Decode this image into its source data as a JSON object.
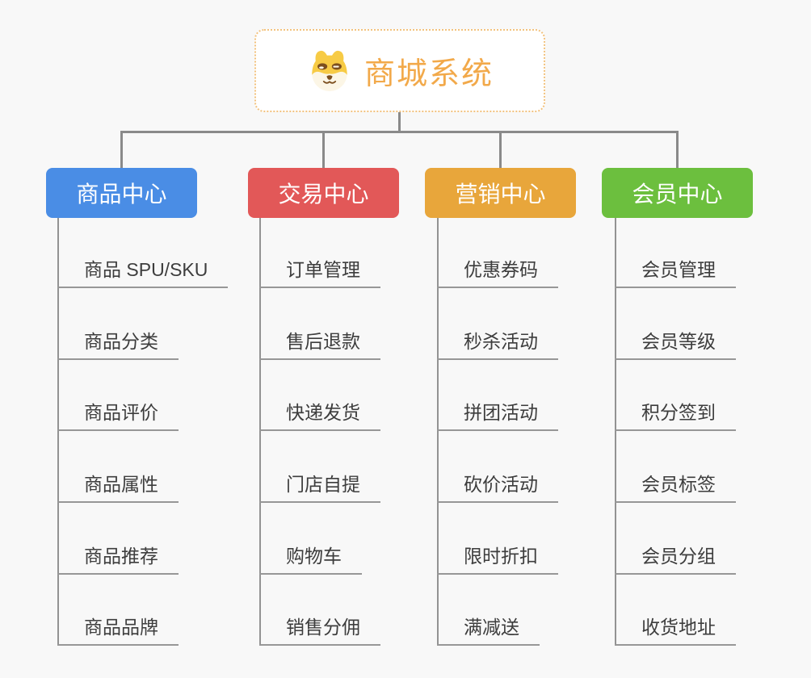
{
  "root": {
    "label": "商城系统",
    "icon": "dog-face",
    "text_color": "#f2a94a",
    "border_color": "#f2c27e",
    "background": "#ffffff"
  },
  "branches": [
    {
      "label": "商品中心",
      "color": "#4a8de5",
      "items": [
        "商品 SPU/SKU",
        "商品分类",
        "商品评价",
        "商品属性",
        "商品推荐",
        "商品品牌"
      ]
    },
    {
      "label": "交易中心",
      "color": "#e25858",
      "items": [
        "订单管理",
        "售后退款",
        "快递发货",
        "门店自提",
        "购物车",
        "销售分佣"
      ]
    },
    {
      "label": "营销中心",
      "color": "#e8a63b",
      "items": [
        "优惠券码",
        "秒杀活动",
        "拼团活动",
        "砍价活动",
        "限时折扣",
        "满减送"
      ]
    },
    {
      "label": "会员中心",
      "color": "#6cbf3e",
      "items": [
        "会员管理",
        "会员等级",
        "积分签到",
        "会员标签",
        "会员分组",
        "收货地址"
      ]
    }
  ],
  "colors": {
    "canvas_background": "#f8f8f8",
    "connector": "#8a8a8a",
    "item_underline": "#979797",
    "item_text": "#3d3d3d",
    "branch_text": "#ffffff",
    "dog_yellow": "#f7cb45",
    "dog_cream": "#fcf6e6",
    "dog_brown": "#7c4f1e"
  }
}
